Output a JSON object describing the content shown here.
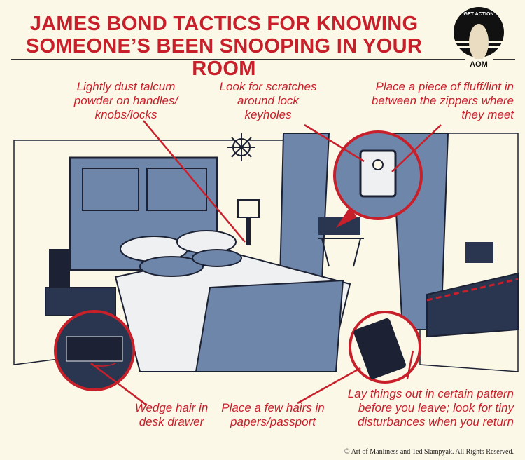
{
  "title": {
    "line1": "JAMES BOND TACTICS FOR KNOWING",
    "line2": "SOMEONE’S BEEN SNOOPING IN YOUR ROOM"
  },
  "logo": {
    "top_text": "GET ACTION",
    "bottom_text": "AOM"
  },
  "annotations": {
    "talcum": "Lightly dust talcum powder on handles/ knobs/locks",
    "scratches": "Look for scratches around lock keyholes",
    "fluff": "Place a piece of fluff/lint in between the zippers where they meet",
    "drawer": "Wedge hair in desk drawer",
    "passport": "Place a few hairs in papers/passport",
    "pattern": "Lay things out in certain pattern before you leave; look for tiny disturbances when you return"
  },
  "colors": {
    "accent": "#c8202a",
    "blue": "#6f86ab",
    "ink": "#1c2233",
    "paper": "#fcf8e8"
  },
  "copyright": "© Art of Manliness and Ted Slampyak. All Rights Reserved."
}
